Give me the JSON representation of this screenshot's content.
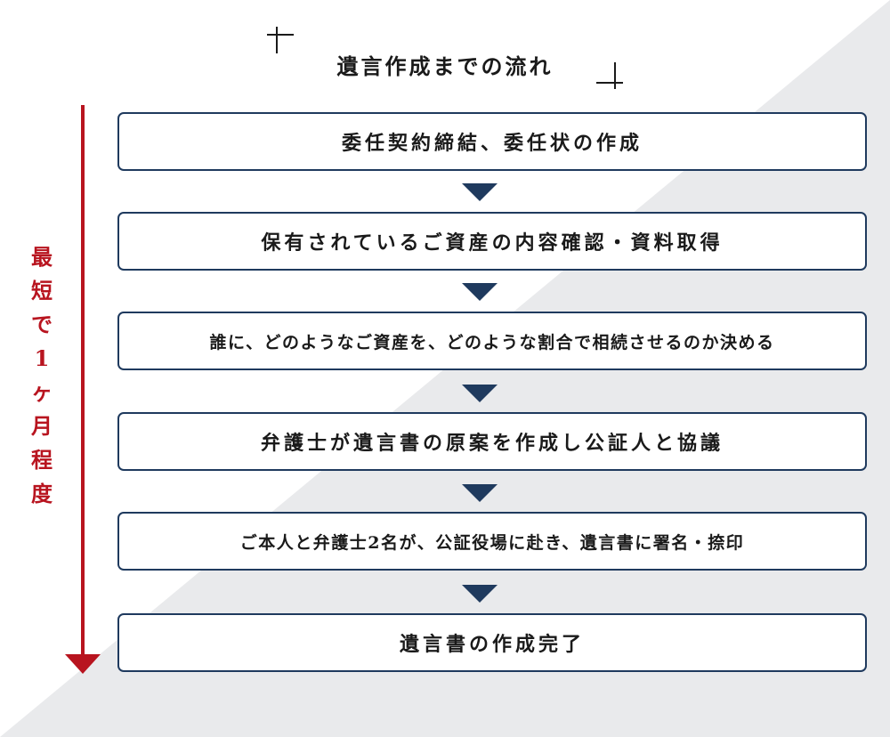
{
  "title": "遺言作成までの流れ",
  "timeline": {
    "chars": [
      "最",
      "短",
      "で",
      "1",
      "ヶ",
      "月",
      "程",
      "度"
    ],
    "color": "#b8141f"
  },
  "colors": {
    "box_border": "#1f3a5e",
    "arrow": "#1f3a5e",
    "background_diagonal": "#e9eaec"
  },
  "steps": [
    "委任契約締結、委任状の作成",
    "保有されているご資産の内容確認・資料取得",
    "誰に、どのようなご資産を、どのような割合で相続させるのか決める",
    "弁護士が遺言書の原案を作成し公証人と協議",
    "ご本人と弁護士2名が、公証役場に赴き、遺言書に署名・捺印",
    "遺言書の作成完了"
  ]
}
